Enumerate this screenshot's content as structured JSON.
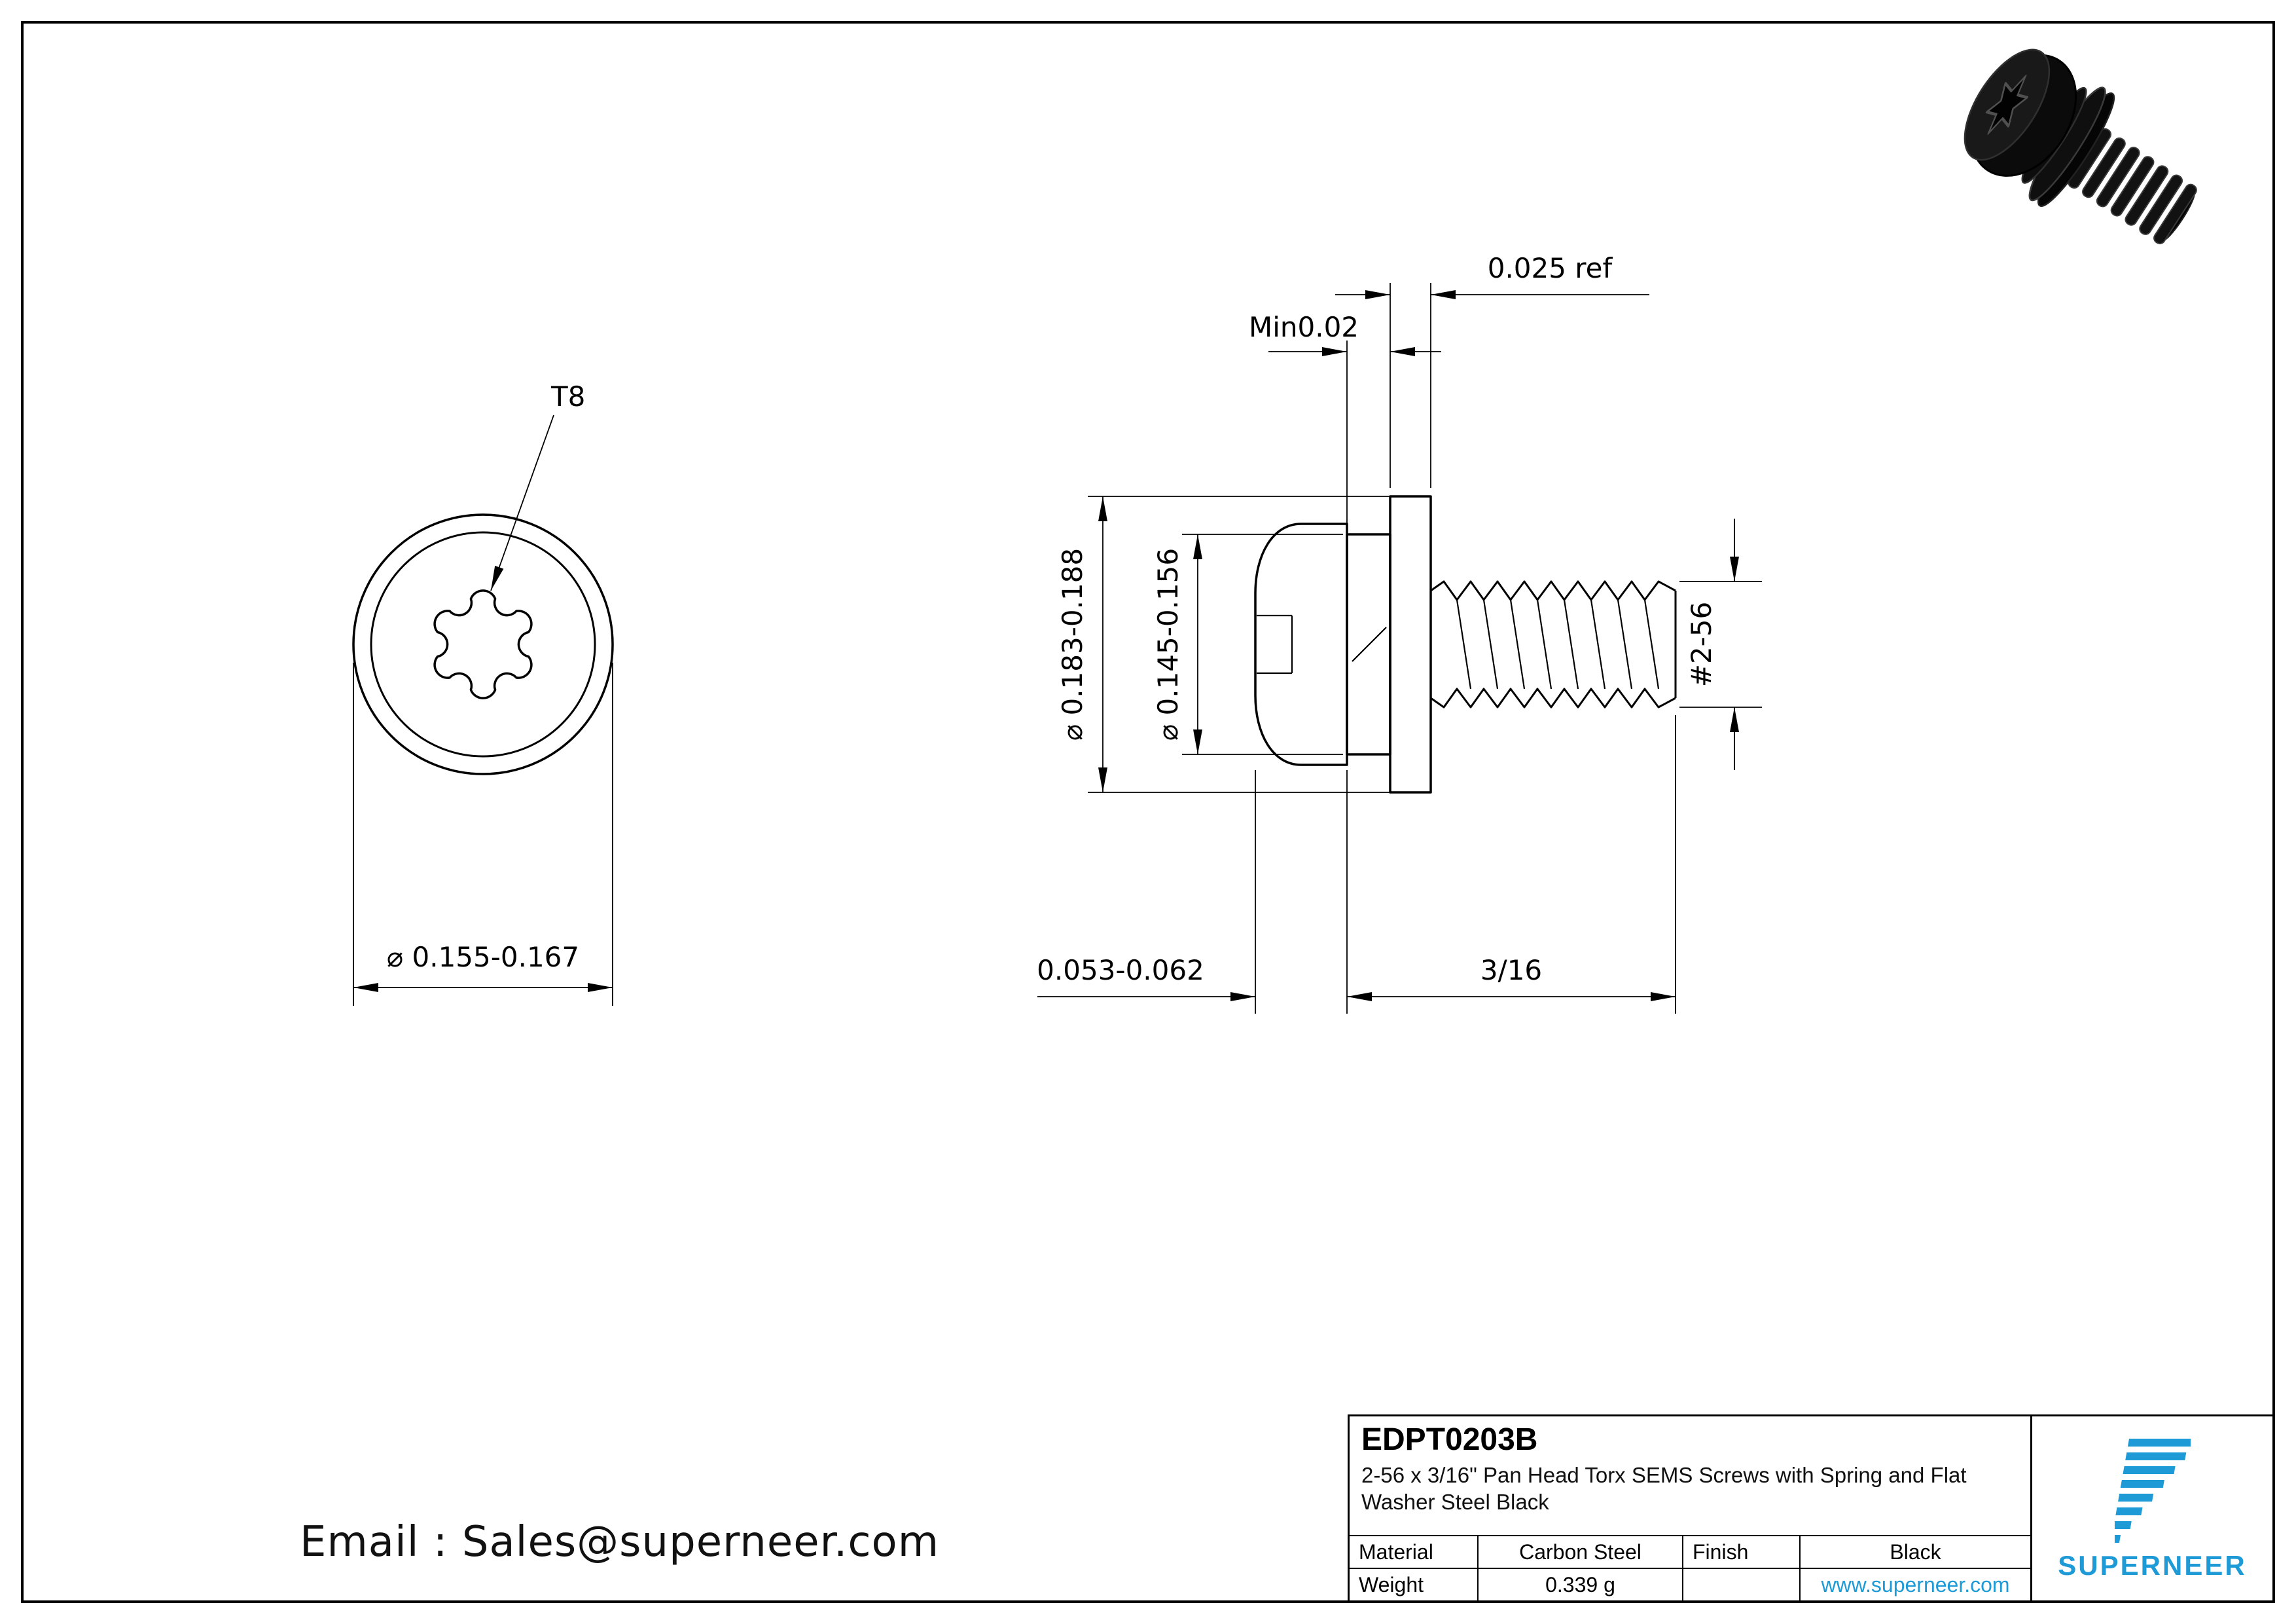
{
  "colors": {
    "accent": "#1e9ad6",
    "link": "#1e9ad6"
  },
  "email_line": "Email : Sales@superneer.com",
  "view_front": {
    "torx_label": "T8",
    "dim_head_diameter": "⌀ 0.155-0.167"
  },
  "view_side": {
    "dim_flat_washer_thickness": "0.025 ref",
    "dim_spring_washer_thickness": "Min0.02",
    "dim_flat_washer_od": "⌀ 0.183-0.188",
    "dim_spring_washer_od": "⌀ 0.145-0.156",
    "dim_thread_size": "#2-56",
    "dim_head_height": "0.053-0.062",
    "dim_thread_length": "3/16"
  },
  "title_block": {
    "part_number": "EDPT0203B",
    "description_line1": "2-56 x 3/16\" Pan Head Torx SEMS Screws with Spring and Flat",
    "description_line2": "Washer Steel Black",
    "material_label": "Material",
    "material_value": "Carbon Steel",
    "finish_label": "Finish",
    "finish_value": "Black",
    "weight_label": "Weight",
    "weight_value": "0.339 g",
    "website": "www.superneer.com",
    "brand": "SUPERNEER"
  }
}
